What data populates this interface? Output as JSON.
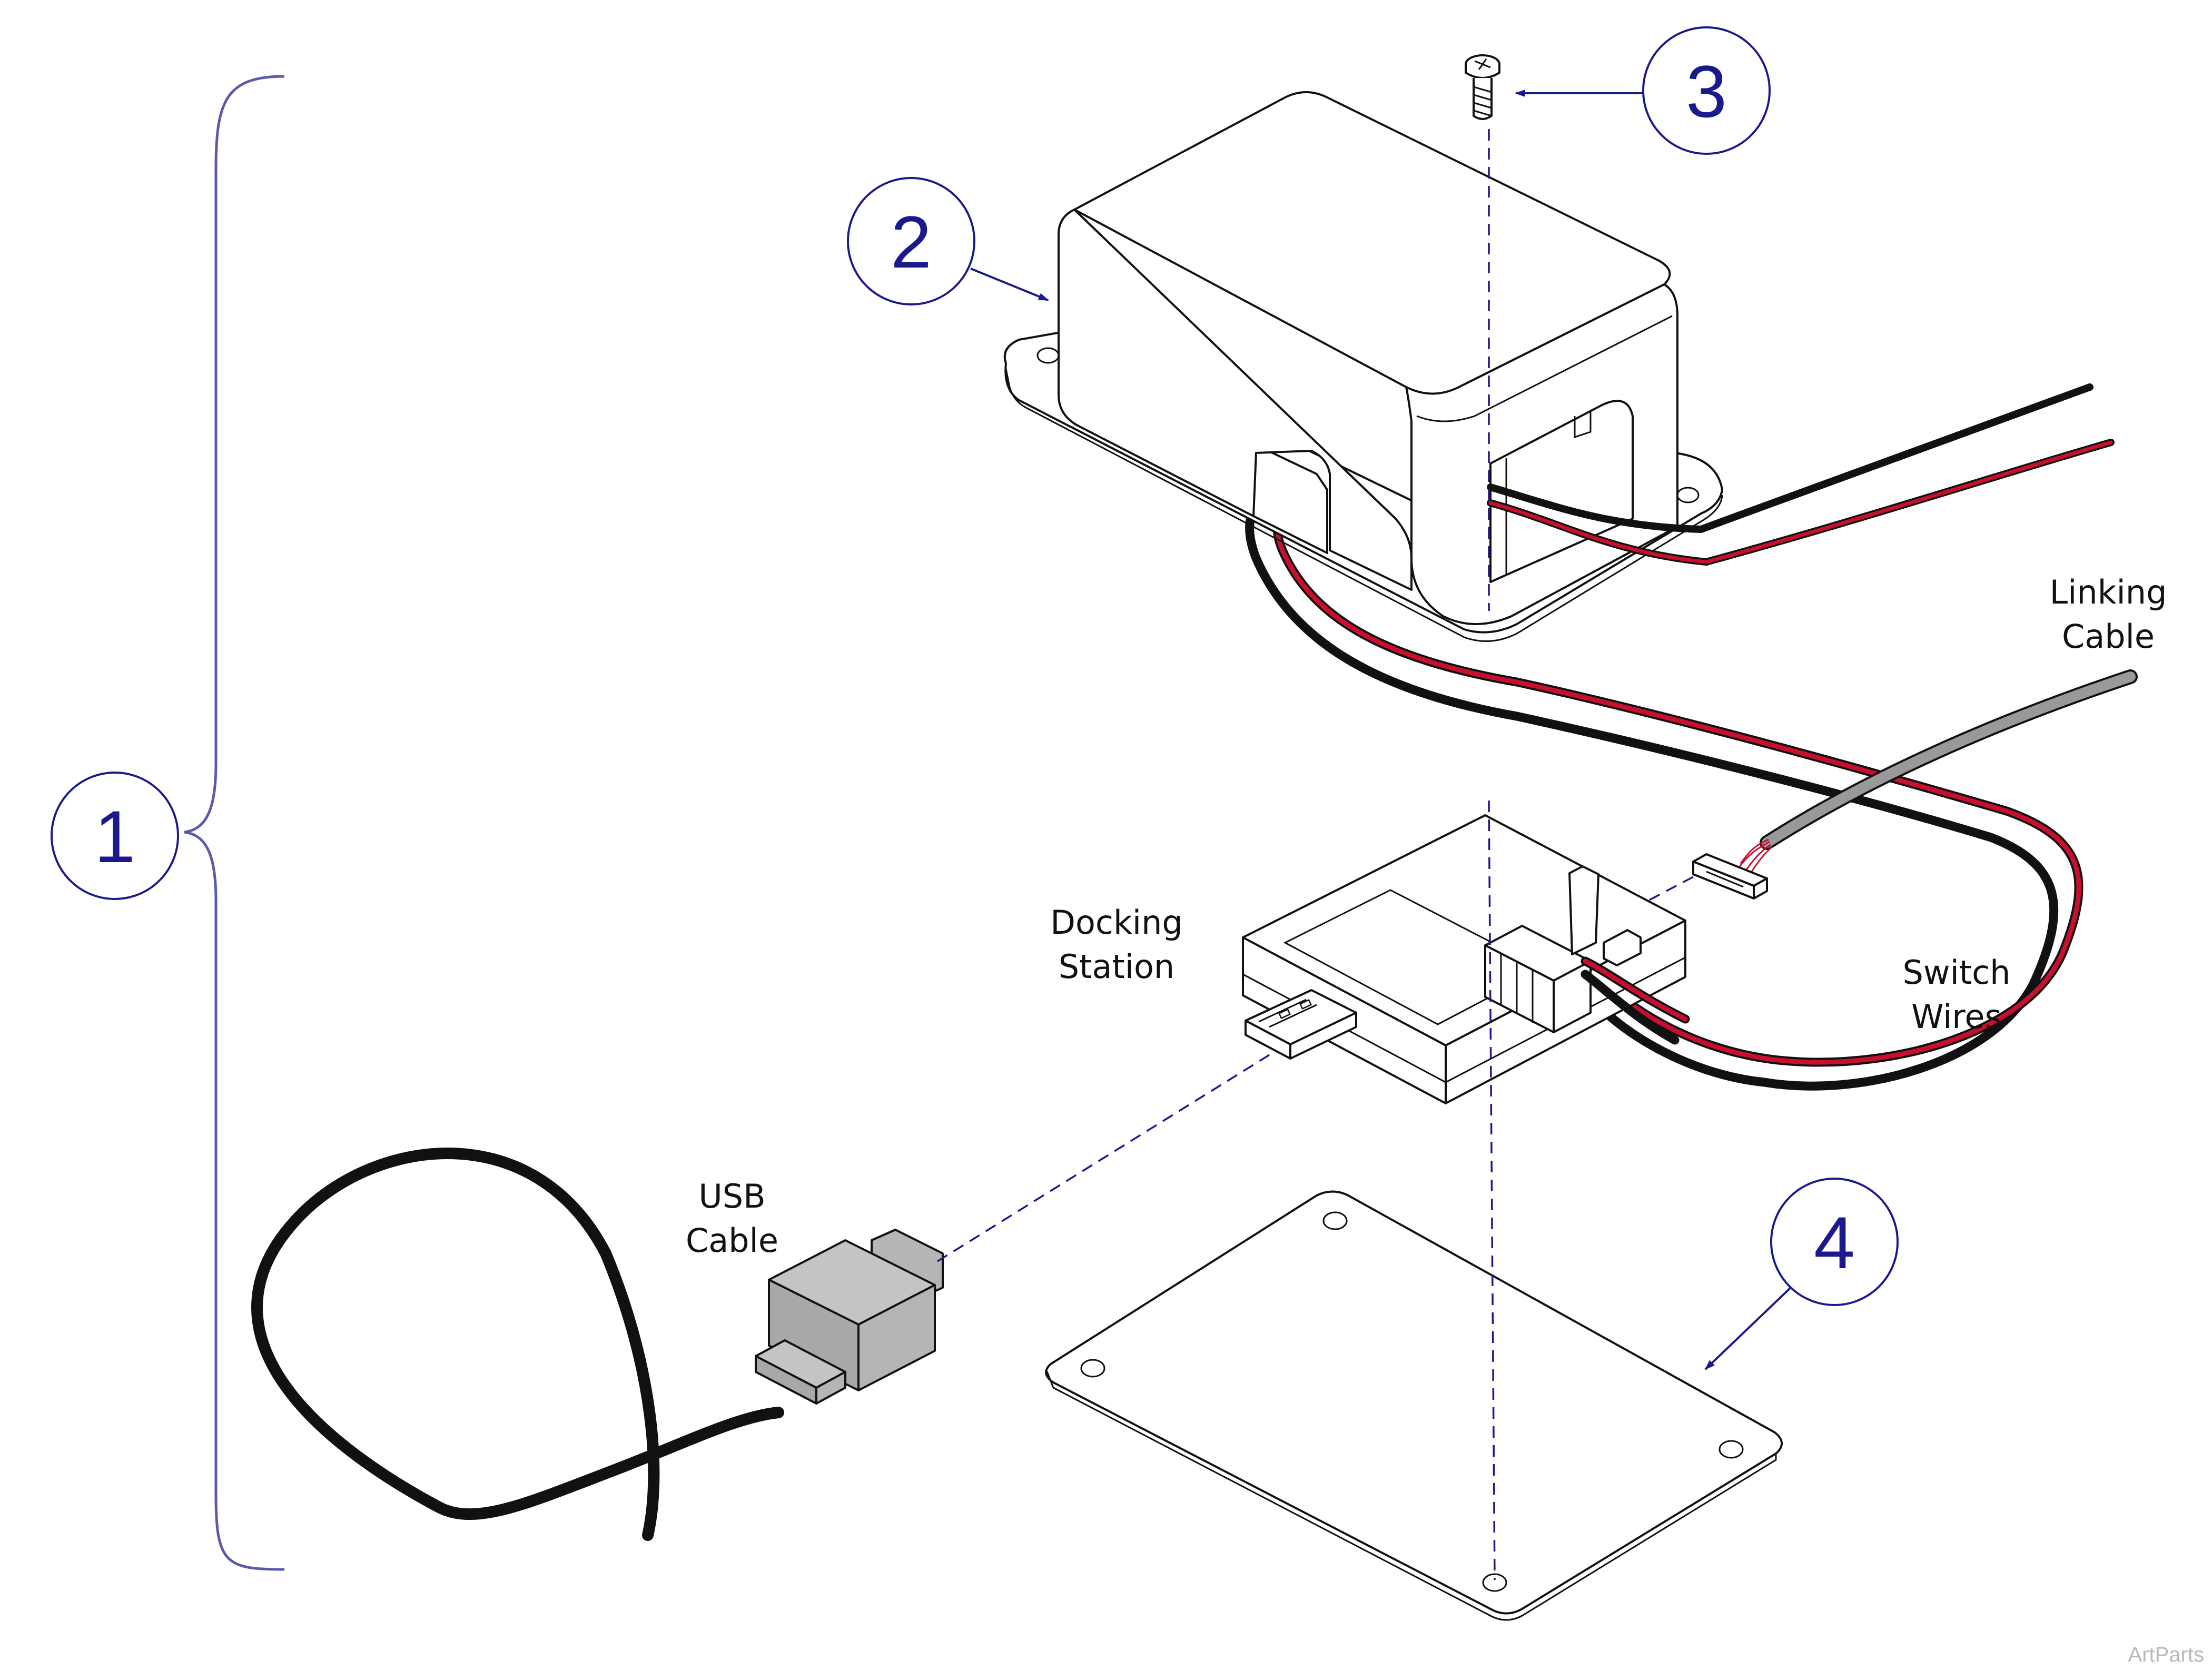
{
  "callouts": {
    "c1": "1",
    "c2": "2",
    "c3": "3",
    "c4": "4"
  },
  "labels": {
    "linking_line1": "Linking",
    "linking_line2": "Cable",
    "docking_line1": "Docking",
    "docking_line2": "Station",
    "switch_line1": "Switch",
    "switch_line2": "Wires",
    "usb_line1": "USB",
    "usb_line2": "Cable"
  },
  "watermark": "ArtParts",
  "colors": {
    "callout_blue": "#1a1a8c",
    "bracket_blue": "#5a5aa8",
    "wire_red": "#c8102e",
    "wire_black": "#111111",
    "linking_cable_gray": "#999999",
    "usb_plug_gray": "#b5b5b5"
  }
}
